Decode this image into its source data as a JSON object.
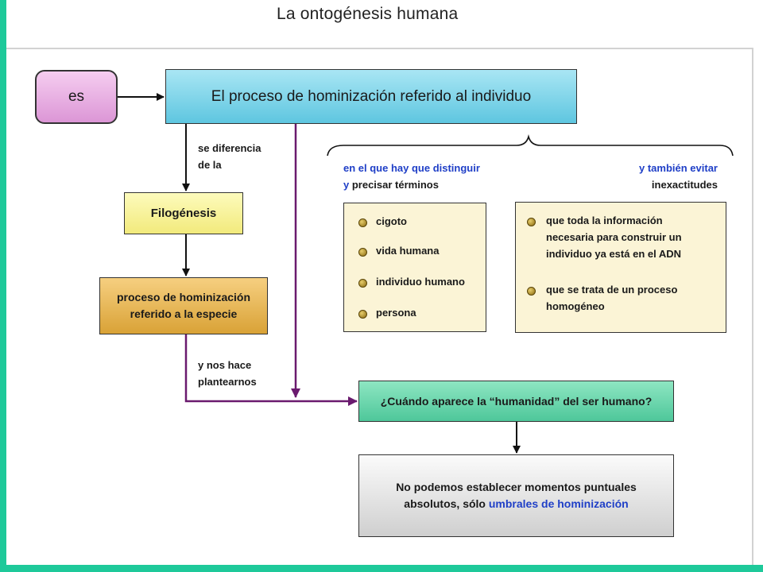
{
  "title": "La ontogénesis humana",
  "nodes": {
    "es": "es",
    "proceso": "El proceso de hominización referido al individuo",
    "filogenesis": "Filogénesis",
    "hominizacion_especie": [
      "proceso de hominización",
      "referido a la especie"
    ],
    "pregunta": "¿Cuándo aparece la “humanidad” del ser humano?",
    "respuesta": {
      "line1": "No podemos establecer momentos puntuales",
      "line2_prefix": "absolutos, sólo ",
      "line2_highlight": "umbrales de hominización"
    }
  },
  "edge_labels": {
    "diferencia": [
      "se diferencia",
      "de la"
    ],
    "plantearnos": [
      "y nos hace",
      "plantearnos"
    ]
  },
  "left_group": {
    "heading_line1": "en el que hay que distinguir",
    "heading_line2_prefix": "y",
    "heading_line2_rest": " precisar términos",
    "items": [
      "cigoto",
      "vida humana",
      "individuo humano",
      "persona"
    ]
  },
  "right_group": {
    "heading_line1": "y también evitar",
    "heading_line2": "inexactitudes",
    "items": [
      [
        "que toda la información",
        "necesaria para construir un",
        "individuo ya está en el ADN"
      ],
      [
        "que se trata de un proceso",
        "homogéneo"
      ]
    ]
  },
  "colors": {
    "frame": "#1ec99a",
    "purple_arrow": "#6a1a6e",
    "blue_text": "#1f3fc7"
  }
}
